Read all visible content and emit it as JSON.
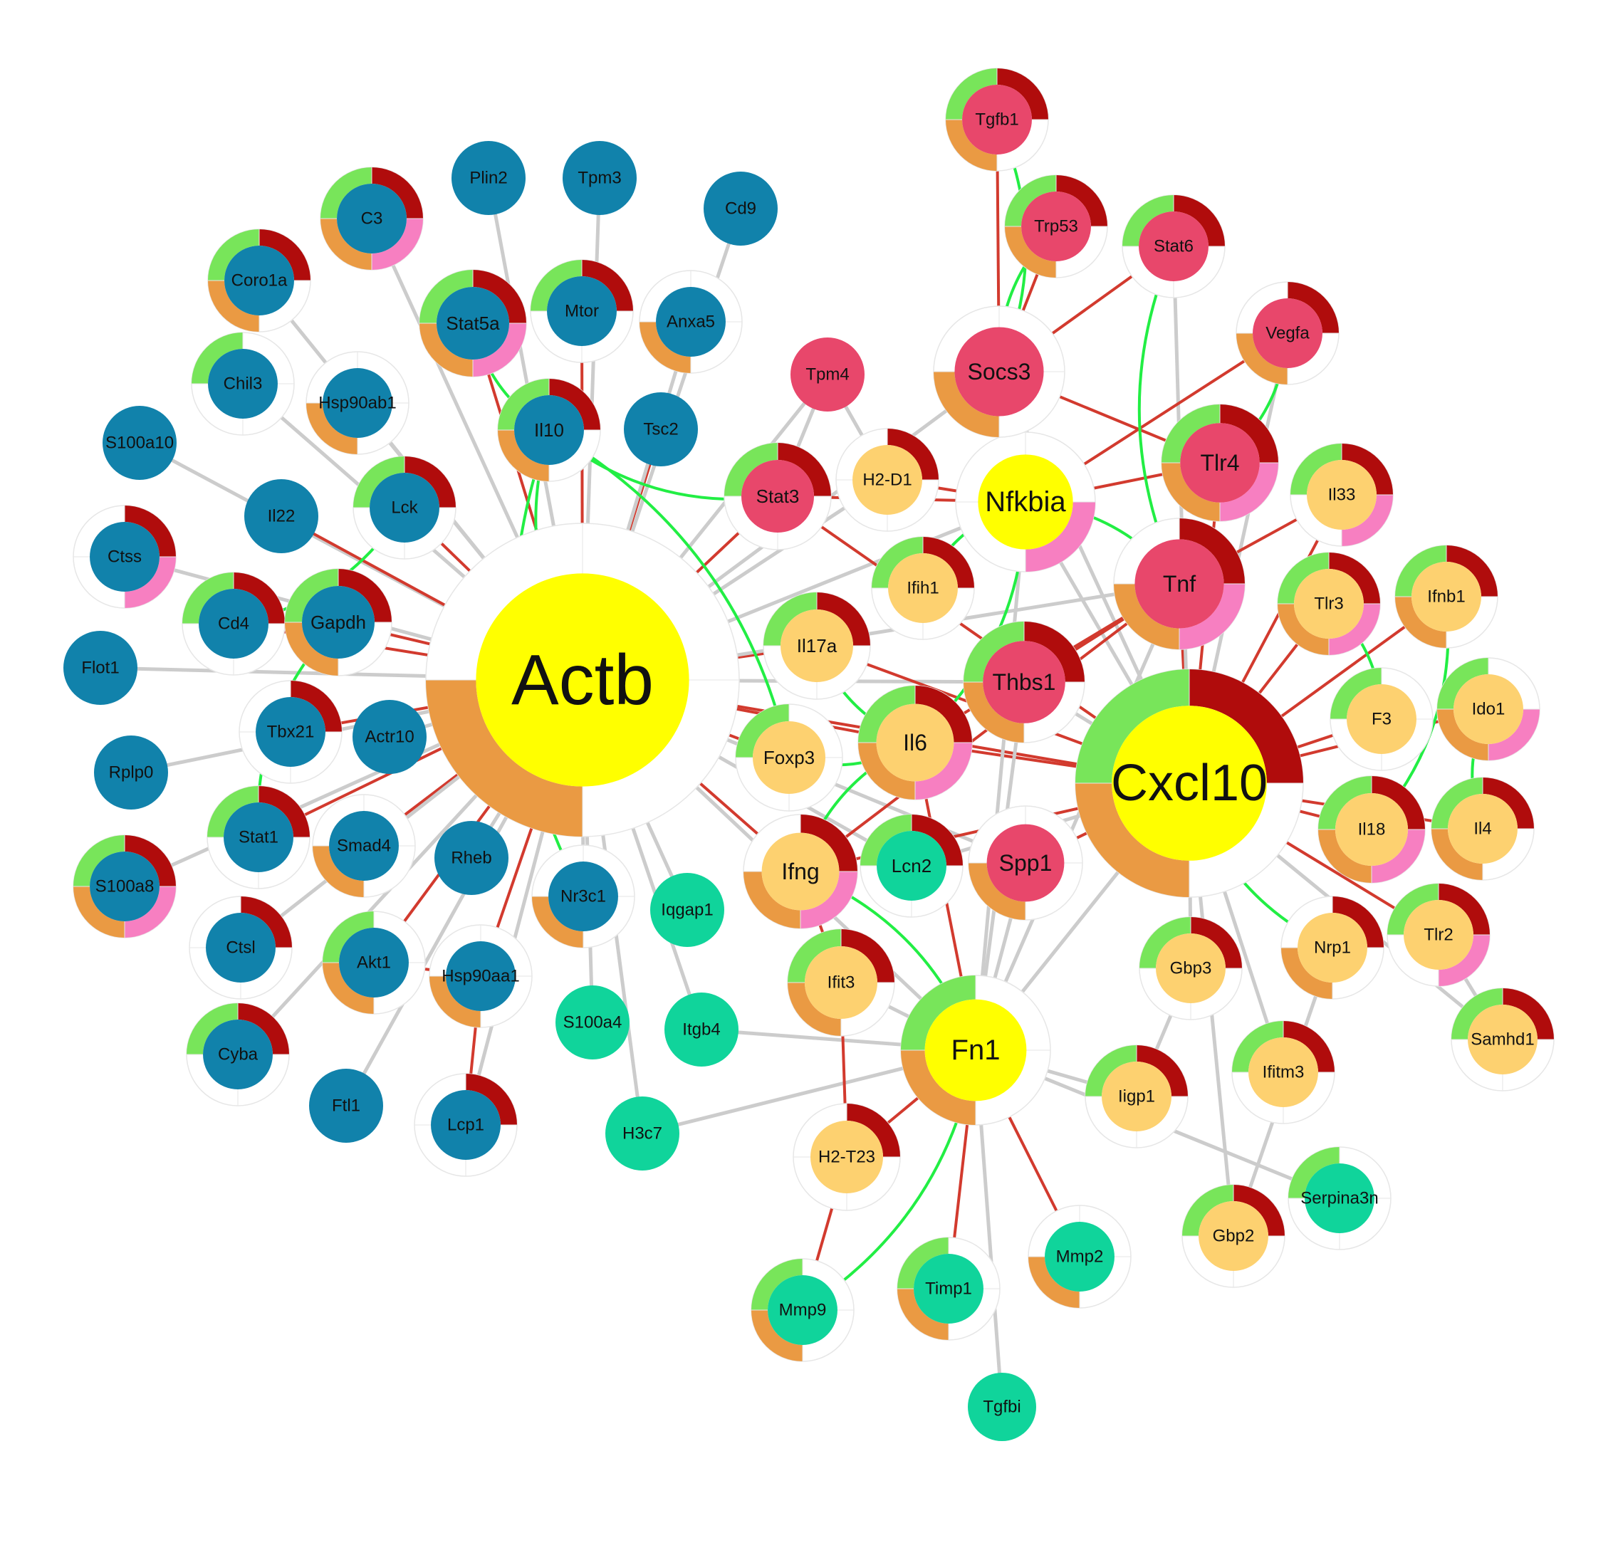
{
  "colors": {
    "blue": "#1182ab",
    "red": "#e8476b",
    "orange": "#fdd170",
    "teal": "#10d49b",
    "yellow": "#ffff00",
    "ring_green": "#78e55a",
    "ring_darkred": "#b00c0c",
    "ring_orange": "#ea9a43",
    "ring_pink": "#f77fc1",
    "edge_gray": "#cccccc",
    "edge_red": "#d23a2e",
    "edge_green": "#22ee44"
  },
  "nodes": [
    {
      "id": "Actb",
      "fill": "yellow",
      "rings": [
        "orange"
      ]
    },
    {
      "id": "Cxcl10",
      "fill": "yellow",
      "rings": [
        "green",
        "darkred",
        "orange"
      ]
    },
    {
      "id": "Nfkbia",
      "fill": "yellow",
      "rings": [
        "pink"
      ]
    },
    {
      "id": "Fn1",
      "fill": "yellow",
      "rings": [
        "green",
        "orange"
      ]
    },
    {
      "id": "Tgfb1",
      "fill": "red",
      "rings": [
        "green",
        "darkred",
        "orange"
      ]
    },
    {
      "id": "Trp53",
      "fill": "red",
      "rings": [
        "green",
        "darkred",
        "orange"
      ]
    },
    {
      "id": "Stat6",
      "fill": "red",
      "rings": [
        "green",
        "darkred"
      ]
    },
    {
      "id": "Vegfa",
      "fill": "red",
      "rings": [
        "darkred",
        "orange"
      ]
    },
    {
      "id": "Socs3",
      "fill": "red",
      "rings": [
        "orange"
      ]
    },
    {
      "id": "Tpm4",
      "fill": "red",
      "rings": []
    },
    {
      "id": "Tlr4",
      "fill": "red",
      "rings": [
        "green",
        "darkred",
        "orange",
        "pink"
      ]
    },
    {
      "id": "Stat3",
      "fill": "red",
      "rings": [
        "green",
        "darkred"
      ]
    },
    {
      "id": "Tnf",
      "fill": "red",
      "rings": [
        "darkred",
        "orange",
        "pink"
      ]
    },
    {
      "id": "Thbs1",
      "fill": "red",
      "rings": [
        "green",
        "darkred",
        "orange"
      ]
    },
    {
      "id": "Spp1",
      "fill": "red",
      "rings": [
        "orange"
      ]
    },
    {
      "id": "H2-D1",
      "fill": "orange",
      "rings": [
        "darkred"
      ]
    },
    {
      "id": "Ifih1",
      "fill": "orange",
      "rings": [
        "green",
        "darkred"
      ]
    },
    {
      "id": "Il33",
      "fill": "orange",
      "rings": [
        "green",
        "darkred",
        "pink"
      ]
    },
    {
      "id": "Tlr3",
      "fill": "orange",
      "rings": [
        "green",
        "darkred",
        "orange",
        "pink"
      ]
    },
    {
      "id": "Ifnb1",
      "fill": "orange",
      "rings": [
        "green",
        "darkred",
        "orange"
      ]
    },
    {
      "id": "Il17a",
      "fill": "orange",
      "rings": [
        "green",
        "darkred"
      ]
    },
    {
      "id": "F3",
      "fill": "orange",
      "rings": [
        "green"
      ]
    },
    {
      "id": "Ido1",
      "fill": "orange",
      "rings": [
        "green",
        "orange",
        "pink"
      ]
    },
    {
      "id": "Foxp3",
      "fill": "orange",
      "rings": [
        "green"
      ]
    },
    {
      "id": "Il6",
      "fill": "orange",
      "rings": [
        "green",
        "darkred",
        "orange",
        "pink"
      ]
    },
    {
      "id": "Il18",
      "fill": "orange",
      "rings": [
        "green",
        "darkred",
        "orange",
        "pink"
      ]
    },
    {
      "id": "Il4",
      "fill": "orange",
      "rings": [
        "green",
        "darkred",
        "orange"
      ]
    },
    {
      "id": "Ifng",
      "fill": "orange",
      "rings": [
        "darkred",
        "orange",
        "pink"
      ]
    },
    {
      "id": "Tlr2",
      "fill": "orange",
      "rings": [
        "green",
        "darkred",
        "pink"
      ]
    },
    {
      "id": "Nrp1",
      "fill": "orange",
      "rings": [
        "darkred",
        "orange"
      ]
    },
    {
      "id": "Gbp3",
      "fill": "orange",
      "rings": [
        "green",
        "darkred"
      ]
    },
    {
      "id": "Ifit3",
      "fill": "orange",
      "rings": [
        "green",
        "darkred",
        "orange"
      ]
    },
    {
      "id": "Samhd1",
      "fill": "orange",
      "rings": [
        "green",
        "darkred"
      ]
    },
    {
      "id": "Ifitm3",
      "fill": "orange",
      "rings": [
        "green",
        "darkred"
      ]
    },
    {
      "id": "Iigp1",
      "fill": "orange",
      "rings": [
        "green",
        "darkred"
      ]
    },
    {
      "id": "H2-T23",
      "fill": "orange",
      "rings": [
        "darkred"
      ]
    },
    {
      "id": "Gbp2",
      "fill": "orange",
      "rings": [
        "green",
        "darkred"
      ]
    },
    {
      "id": "Lcn2",
      "fill": "teal",
      "rings": [
        "green",
        "darkred"
      ]
    },
    {
      "id": "Iqgap1",
      "fill": "teal",
      "rings": []
    },
    {
      "id": "S100a4",
      "fill": "teal",
      "rings": []
    },
    {
      "id": "Itgb4",
      "fill": "teal",
      "rings": []
    },
    {
      "id": "H3c7",
      "fill": "teal",
      "rings": []
    },
    {
      "id": "Mmp9",
      "fill": "teal",
      "rings": [
        "green",
        "orange"
      ]
    },
    {
      "id": "Timp1",
      "fill": "teal",
      "rings": [
        "green",
        "orange"
      ]
    },
    {
      "id": "Mmp2",
      "fill": "teal",
      "rings": [
        "orange"
      ]
    },
    {
      "id": "Tgfbi",
      "fill": "teal",
      "rings": []
    },
    {
      "id": "Serpina3n",
      "fill": "teal",
      "rings": [
        "green"
      ]
    },
    {
      "id": "C3",
      "fill": "blue",
      "rings": [
        "green",
        "darkred",
        "orange",
        "pink"
      ]
    },
    {
      "id": "Plin2",
      "fill": "blue",
      "rings": []
    },
    {
      "id": "Tpm3",
      "fill": "blue",
      "rings": []
    },
    {
      "id": "Cd9",
      "fill": "blue",
      "rings": []
    },
    {
      "id": "Coro1a",
      "fill": "blue",
      "rings": [
        "green",
        "darkred",
        "orange"
      ]
    },
    {
      "id": "Stat5a",
      "fill": "blue",
      "rings": [
        "green",
        "darkred",
        "orange",
        "pink"
      ]
    },
    {
      "id": "Mtor",
      "fill": "blue",
      "rings": [
        "green",
        "darkred"
      ]
    },
    {
      "id": "Anxa5",
      "fill": "blue",
      "rings": [
        "orange"
      ]
    },
    {
      "id": "Chil3",
      "fill": "blue",
      "rings": [
        "green"
      ]
    },
    {
      "id": "Hsp90ab1",
      "fill": "blue",
      "rings": [
        "orange"
      ]
    },
    {
      "id": "Il10",
      "fill": "blue",
      "rings": [
        "green",
        "darkred",
        "orange"
      ]
    },
    {
      "id": "Tsc2",
      "fill": "blue",
      "rings": []
    },
    {
      "id": "S100a10",
      "fill": "blue",
      "rings": []
    },
    {
      "id": "Lck",
      "fill": "blue",
      "rings": [
        "green",
        "darkred"
      ]
    },
    {
      "id": "Il22",
      "fill": "blue",
      "rings": []
    },
    {
      "id": "Ctss",
      "fill": "blue",
      "rings": [
        "darkred",
        "pink"
      ]
    },
    {
      "id": "Cd4",
      "fill": "blue",
      "rings": [
        "green",
        "darkred"
      ]
    },
    {
      "id": "Gapdh",
      "fill": "blue",
      "rings": [
        "green",
        "darkred",
        "orange"
      ]
    },
    {
      "id": "Flot1",
      "fill": "blue",
      "rings": []
    },
    {
      "id": "Tbx21",
      "fill": "blue",
      "rings": [
        "darkred"
      ]
    },
    {
      "id": "Actr10",
      "fill": "blue",
      "rings": []
    },
    {
      "id": "Rplp0",
      "fill": "blue",
      "rings": []
    },
    {
      "id": "Stat1",
      "fill": "blue",
      "rings": [
        "green",
        "darkred"
      ]
    },
    {
      "id": "Smad4",
      "fill": "blue",
      "rings": [
        "orange"
      ]
    },
    {
      "id": "Rheb",
      "fill": "blue",
      "rings": []
    },
    {
      "id": "Nr3c1",
      "fill": "blue",
      "rings": [
        "orange"
      ]
    },
    {
      "id": "S100a8",
      "fill": "blue",
      "rings": [
        "green",
        "darkred",
        "orange",
        "pink"
      ]
    },
    {
      "id": "Ctsl",
      "fill": "blue",
      "rings": [
        "darkred"
      ]
    },
    {
      "id": "Akt1",
      "fill": "blue",
      "rings": [
        "green",
        "orange"
      ]
    },
    {
      "id": "Hsp90aa1",
      "fill": "blue",
      "rings": [
        "orange"
      ]
    },
    {
      "id": "Cyba",
      "fill": "blue",
      "rings": [
        "green",
        "darkred"
      ]
    },
    {
      "id": "Ftl1",
      "fill": "blue",
      "rings": []
    },
    {
      "id": "Lcp1",
      "fill": "blue",
      "rings": [
        "darkred"
      ]
    }
  ],
  "edges": [
    [
      "Actb",
      "C3",
      "gray"
    ],
    [
      "Actb",
      "Plin2",
      "gray"
    ],
    [
      "Actb",
      "Tpm3",
      "gray"
    ],
    [
      "Actb",
      "Cd9",
      "gray"
    ],
    [
      "Actb",
      "Coro1a",
      "gray"
    ],
    [
      "Actb",
      "Chil3",
      "gray"
    ],
    [
      "Actb",
      "Hsp90ab1",
      "gray"
    ],
    [
      "Actb",
      "S100a10",
      "gray"
    ],
    [
      "Actb",
      "Il22",
      "red"
    ],
    [
      "Actb",
      "Ctss",
      "gray"
    ],
    [
      "Actb",
      "Flot1",
      "gray"
    ],
    [
      "Actb",
      "Rplp0",
      "gray"
    ],
    [
      "Actb",
      "S100a8",
      "gray"
    ],
    [
      "Actb",
      "Ftl1",
      "gray"
    ],
    [
      "Actb",
      "Lcp1",
      "gray"
    ],
    [
      "Actb",
      "Cyba",
      "gray"
    ],
    [
      "Actb",
      "Tsc2",
      "red"
    ],
    [
      "Actb",
      "Anxa5",
      "gray"
    ],
    [
      "Actb",
      "Stat5a",
      "red"
    ],
    [
      "Actb",
      "Mtor",
      "red"
    ],
    [
      "Actb",
      "Il10",
      "green"
    ],
    [
      "Actb",
      "Lck",
      "red"
    ],
    [
      "Actb",
      "Cd4",
      "red"
    ],
    [
      "Actb",
      "Gapdh",
      "red"
    ],
    [
      "Actb",
      "Tbx21",
      "red"
    ],
    [
      "Actb",
      "Actr10",
      "gray"
    ],
    [
      "Actb",
      "Stat1",
      "red"
    ],
    [
      "Actb",
      "Smad4",
      "red"
    ],
    [
      "Actb",
      "Rheb",
      "gray"
    ],
    [
      "Actb",
      "Nr3c1",
      "gray"
    ],
    [
      "Actb",
      "Ctsl",
      "gray"
    ],
    [
      "Actb",
      "Akt1",
      "red"
    ],
    [
      "Actb",
      "Hsp90aa1",
      "red"
    ],
    [
      "Actb",
      "Iqgap1",
      "gray"
    ],
    [
      "Actb",
      "S100a4",
      "gray"
    ],
    [
      "Actb",
      "Itgb4",
      "gray"
    ],
    [
      "Actb",
      "H3c7",
      "gray"
    ],
    [
      "Actb",
      "Stat3",
      "red"
    ],
    [
      "Actb",
      "Il17a",
      "red"
    ],
    [
      "Actb",
      "Foxp3",
      "red"
    ],
    [
      "Actb",
      "Il6",
      "red"
    ],
    [
      "Actb",
      "Ifng",
      "red"
    ],
    [
      "Actb",
      "Thbs1",
      "gray"
    ],
    [
      "Actb",
      "Cxcl10",
      "red"
    ],
    [
      "Actb",
      "Nfkbia",
      "gray"
    ],
    [
      "Actb",
      "Fn1",
      "gray"
    ],
    [
      "Actb",
      "Tnf",
      "gray"
    ],
    [
      "Actb",
      "Lcn2",
      "gray"
    ],
    [
      "Actb",
      "Tpm4",
      "gray"
    ],
    [
      "Actb",
      "H2-D1",
      "gray"
    ],
    [
      "Actb",
      "Socs3",
      "gray"
    ],
    [
      "Actb",
      "Spp1",
      "gray"
    ],
    [
      "Cxcl10",
      "Tnf",
      "red"
    ],
    [
      "Cxcl10",
      "Tlr4",
      "red"
    ],
    [
      "Cxcl10",
      "Tlr3",
      "red"
    ],
    [
      "Cxcl10",
      "Ifnb1",
      "red"
    ],
    [
      "Cxcl10",
      "F3",
      "red"
    ],
    [
      "Cxcl10",
      "Ido1",
      "red"
    ],
    [
      "Cxcl10",
      "Il18",
      "red"
    ],
    [
      "Cxcl10",
      "Il4",
      "red"
    ],
    [
      "Cxcl10",
      "Tlr2",
      "red"
    ],
    [
      "Cxcl10",
      "Nrp1",
      "green"
    ],
    [
      "Cxcl10",
      "Gbp3",
      "gray"
    ],
    [
      "Cxcl10",
      "Ifitm3",
      "gray"
    ],
    [
      "Cxcl10",
      "Gbp2",
      "gray"
    ],
    [
      "Cxcl10",
      "Il33",
      "red"
    ],
    [
      "Cxcl10",
      "Il6",
      "red"
    ],
    [
      "Cxcl10",
      "Ifng",
      "red"
    ],
    [
      "Cxcl10",
      "Thbs1",
      "gray"
    ],
    [
      "Cxcl10",
      "Spp1",
      "red"
    ],
    [
      "Cxcl10",
      "Stat3",
      "red"
    ],
    [
      "Cxcl10",
      "Socs3",
      "gray"
    ],
    [
      "Cxcl10",
      "Fn1",
      "gray"
    ],
    [
      "Cxcl10",
      "Nfkbia",
      "gray"
    ],
    [
      "Cxcl10",
      "Il17a",
      "red"
    ],
    [
      "Cxcl10",
      "Lcn2",
      "gray"
    ],
    [
      "Cxcl10",
      "Stat6",
      "gray"
    ],
    [
      "Cxcl10",
      "Vegfa",
      "gray"
    ],
    [
      "Cxcl10",
      "Samhd1",
      "gray"
    ],
    [
      "Fn1",
      "Tgfbi",
      "gray"
    ],
    [
      "Fn1",
      "Timp1",
      "red"
    ],
    [
      "Fn1",
      "Mmp2",
      "red"
    ],
    [
      "Fn1",
      "Mmp9",
      "green"
    ],
    [
      "Fn1",
      "H2-T23",
      "red"
    ],
    [
      "Fn1",
      "Iigp1",
      "gray"
    ],
    [
      "Fn1",
      "H3c7",
      "gray"
    ],
    [
      "Fn1",
      "Itgb4",
      "gray"
    ],
    [
      "Fn1",
      "Ifit3",
      "gray"
    ],
    [
      "Fn1",
      "Thbs1",
      "gray"
    ],
    [
      "Fn1",
      "Spp1",
      "gray"
    ],
    [
      "Fn1",
      "Nfkbia",
      "gray"
    ],
    [
      "Fn1",
      "Il6",
      "red"
    ],
    [
      "Fn1",
      "Tnf",
      "gray"
    ],
    [
      "Fn1",
      "Ifng",
      "green"
    ],
    [
      "Fn1",
      "Serpina3n",
      "gray"
    ],
    [
      "Nfkbia",
      "Tlr4",
      "red"
    ],
    [
      "Nfkbia",
      "Tnf",
      "green"
    ],
    [
      "Nfkbia",
      "Socs3",
      "red"
    ],
    [
      "Nfkbia",
      "Stat3",
      "red"
    ],
    [
      "Nfkbia",
      "H2-D1",
      "red"
    ],
    [
      "Nfkbia",
      "Il6",
      "green"
    ],
    [
      "Nfkbia",
      "Ifih1",
      "green"
    ],
    [
      "Nfkbia",
      "Vegfa",
      "red"
    ],
    [
      "Socs3",
      "Tgfb1",
      "red"
    ],
    [
      "Socs3",
      "Trp53",
      "red"
    ],
    [
      "Socs3",
      "Stat6",
      "red"
    ],
    [
      "Socs3",
      "Tlr4",
      "red"
    ],
    [
      "Socs3",
      "Tgfb1",
      "green"
    ],
    [
      "Socs3",
      "Trp53",
      "green"
    ],
    [
      "Tlr4",
      "Vegfa",
      "green"
    ],
    [
      "Tpm4",
      "H2-D1",
      "gray"
    ],
    [
      "Tpm4",
      "Stat3",
      "gray"
    ],
    [
      "Tnf",
      "Il33",
      "red"
    ],
    [
      "Tnf",
      "Thbs1",
      "red"
    ],
    [
      "Tnf",
      "Il6",
      "red"
    ],
    [
      "Tnf",
      "Ifng",
      "red"
    ],
    [
      "Tnf",
      "Stat6",
      "green"
    ],
    [
      "Ifit3",
      "Ifng",
      "red"
    ],
    [
      "Ifit3",
      "H2-T23",
      "red"
    ],
    [
      "Iigp1",
      "Gbp3",
      "gray"
    ],
    [
      "Gbp2",
      "Nrp1",
      "gray"
    ],
    [
      "Tlr2",
      "Samhd1",
      "gray"
    ],
    [
      "Mmp9",
      "H2-T23",
      "red"
    ],
    [
      "Gapdh",
      "Stat1",
      "green"
    ],
    [
      "Lck",
      "Cd4",
      "green"
    ],
    [
      "Stat5a",
      "Il10",
      "green"
    ],
    [
      "Hsp90aa1",
      "Lcp1",
      "red"
    ],
    [
      "Hsp90aa1",
      "Akt1",
      "red"
    ],
    [
      "Nr3c1",
      "Il10",
      "green"
    ],
    [
      "Il10",
      "Stat3",
      "green"
    ],
    [
      "Il10",
      "Foxp3",
      "green"
    ],
    [
      "Il17a",
      "Il6",
      "green"
    ],
    [
      "Ifng",
      "Il6",
      "green"
    ],
    [
      "Foxp3",
      "Il6",
      "green"
    ],
    [
      "Ifnb1",
      "Il18",
      "green"
    ],
    [
      "Ido1",
      "Il4",
      "green"
    ],
    [
      "Tlr3",
      "F3",
      "green"
    ]
  ]
}
